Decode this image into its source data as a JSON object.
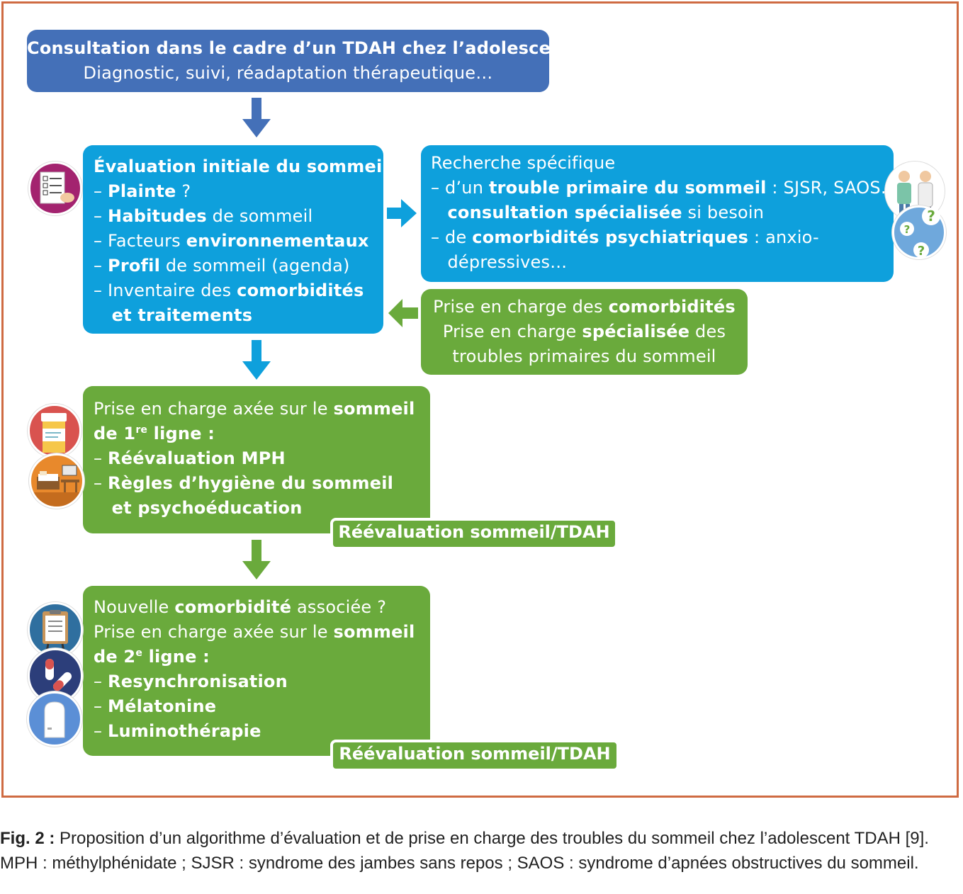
{
  "header": {
    "title": "Consultation dans le cadre d’un TDAH chez l’adolescent",
    "subtitle": "Diagnostic, suivi, réadaptation thérapeutique…"
  },
  "evaluation": {
    "lines": [
      [
        {
          "t": "Évaluation initiale du sommeil",
          "b": true
        }
      ],
      [
        {
          "t": "– "
        },
        {
          "t": "Plainte",
          "b": true
        },
        {
          "t": " ?"
        }
      ],
      [
        {
          "t": "– "
        },
        {
          "t": "Habitudes",
          "b": true
        },
        {
          "t": " de sommeil"
        }
      ],
      [
        {
          "t": "– Facteurs "
        },
        {
          "t": "environnementaux",
          "b": true
        }
      ],
      [
        {
          "t": "– "
        },
        {
          "t": "Profil",
          "b": true
        },
        {
          "t": " de sommeil (agenda)"
        }
      ],
      [
        {
          "t": "– Inventaire des "
        },
        {
          "t": "comorbidités",
          "b": true
        }
      ],
      [
        {
          "t": "   et traitements",
          "b": true
        }
      ]
    ]
  },
  "recherche": {
    "lines": [
      [
        {
          "t": "Recherche spécifique"
        }
      ],
      [
        {
          "t": "– d’un "
        },
        {
          "t": "trouble primaire du sommeil",
          "b": true
        },
        {
          "t": " : SJSR, SAOS…"
        }
      ],
      [
        {
          "t": "   "
        },
        {
          "t": "consultation spécialisée",
          "b": true
        },
        {
          "t": " si besoin"
        }
      ],
      [
        {
          "t": "– de "
        },
        {
          "t": "comorbidités psychiatriques",
          "b": true
        },
        {
          "t": " : anxio-"
        }
      ],
      [
        {
          "t": "   dépressives…"
        }
      ]
    ]
  },
  "prise_charge_comorbidites": {
    "lines": [
      [
        {
          "t": "Prise en charge des "
        },
        {
          "t": "comorbidités",
          "b": true
        }
      ],
      [
        {
          "t": "Prise en charge "
        },
        {
          "t": "spécialisée",
          "b": true
        },
        {
          "t": " des"
        }
      ],
      [
        {
          "t": "troubles primaires du sommeil"
        }
      ]
    ]
  },
  "premiere_ligne": {
    "lines": [
      [
        {
          "t": "Prise en charge axée sur le "
        },
        {
          "t": "sommeil",
          "b": true
        }
      ],
      [
        {
          "t": "de 1",
          "b": true
        },
        {
          "t": "re",
          "b": true,
          "sup": true
        },
        {
          "t": " ligne :",
          "b": true
        }
      ],
      [
        {
          "t": "– "
        },
        {
          "t": "Réévaluation MPH",
          "b": true
        }
      ],
      [
        {
          "t": "– "
        },
        {
          "t": "Règles d’hygiène du sommeil",
          "b": true
        }
      ],
      [
        {
          "t": "   et psychoéducation",
          "b": true
        }
      ]
    ],
    "tag": "Réévaluation sommeil/TDAH"
  },
  "deuxieme_ligne": {
    "lines": [
      [
        {
          "t": "Nouvelle "
        },
        {
          "t": "comorbidité",
          "b": true
        },
        {
          "t": " associée ?"
        }
      ],
      [
        {
          "t": "Prise en charge axée sur le "
        },
        {
          "t": "sommeil",
          "b": true
        }
      ],
      [
        {
          "t": "de 2",
          "b": true
        },
        {
          "t": "e",
          "b": true,
          "sup": true
        },
        {
          "t": " ligne :",
          "b": true
        }
      ],
      [
        {
          "t": "– "
        },
        {
          "t": "Resynchronisation",
          "b": true
        }
      ],
      [
        {
          "t": "– "
        },
        {
          "t": "Mélatonine",
          "b": true
        }
      ],
      [
        {
          "t": "– "
        },
        {
          "t": "Luminothérapie",
          "b": true
        }
      ]
    ],
    "tag": "Réévaluation sommeil/TDAH"
  },
  "caption": {
    "label": "Fig. 2 :",
    "text": "Proposition d’un algorithme d’évaluation et de prise en charge des troubles du sommeil chez l’adolescent TDAH [9]. MPH : méthylphénidate ; SJSR : syndrome des jambes sans repos ; SAOS : syndrome d’apnées obstructives du sommeil."
  },
  "colors": {
    "frame": "#cf6b42",
    "header_blue": "#4470b8",
    "box_blue": "#0ea0dc",
    "box_green": "#6aaa3c"
  },
  "icons": [
    "checklist-icon",
    "doctors-icon",
    "question-marks-icon",
    "pill-bottle-icon",
    "bedroom-icon",
    "clipboard-character-icon",
    "capsule-icon",
    "light-therapy-lamp-icon"
  ]
}
